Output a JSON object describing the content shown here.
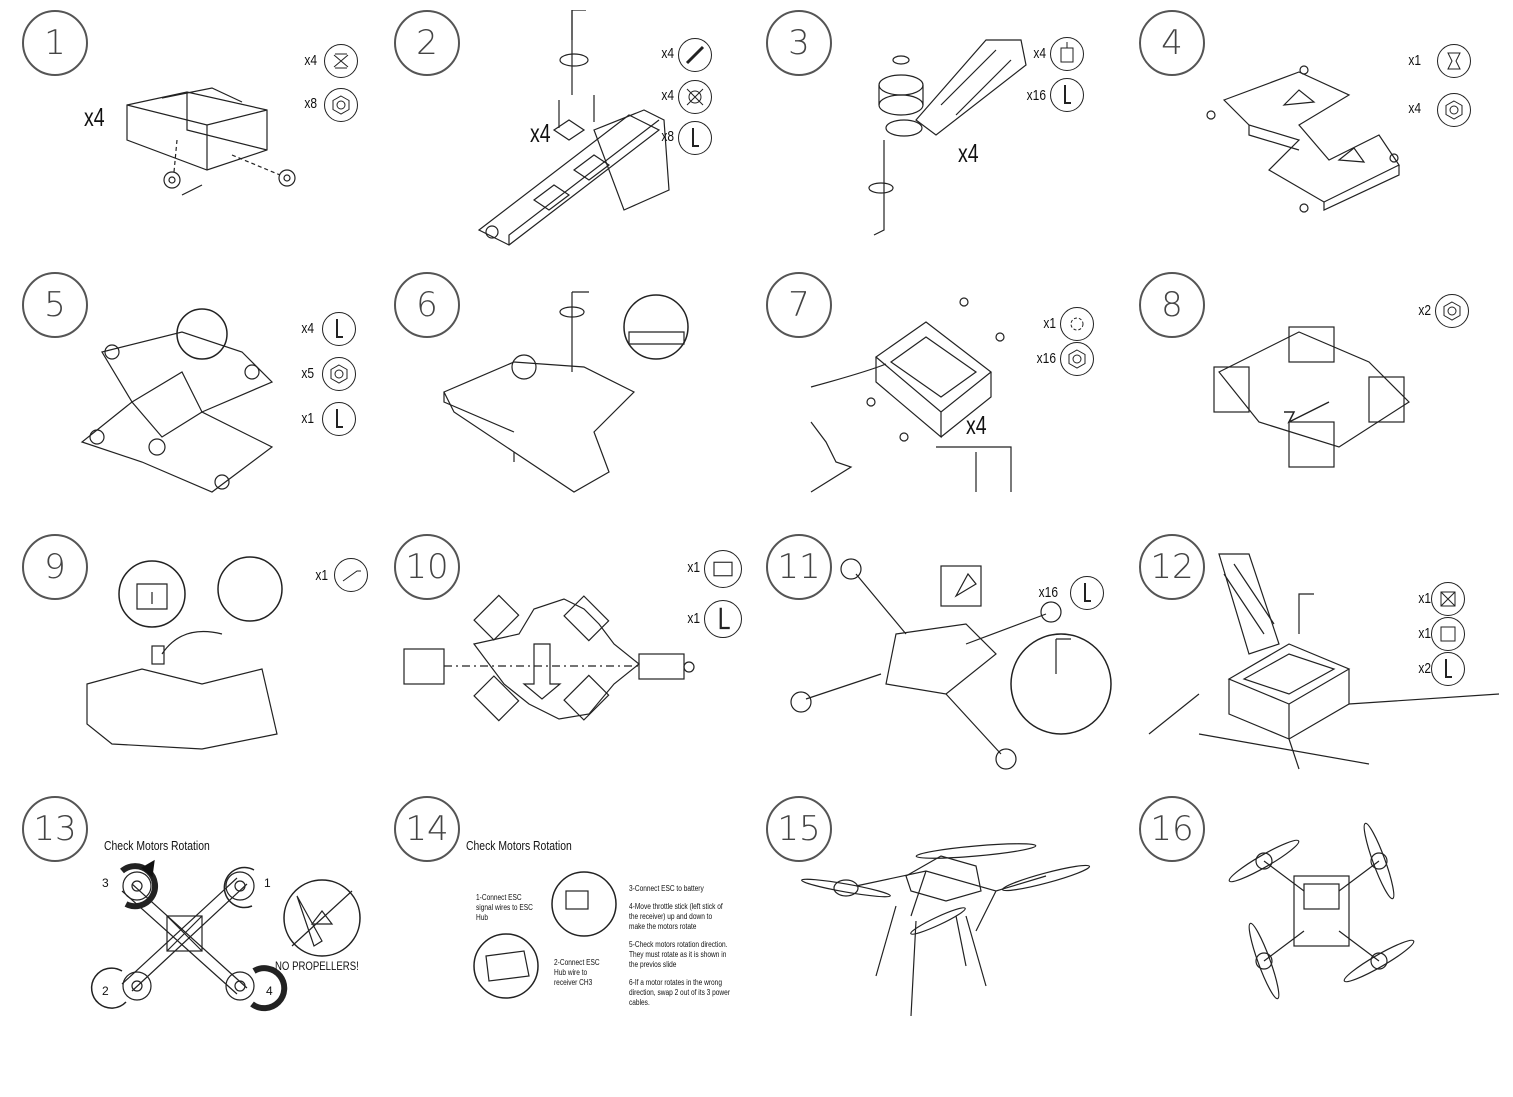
{
  "steps": [
    {
      "n": "1",
      "mult": "x4",
      "parts": [
        {
          "qty": "x4",
          "icon": "standoff-icon"
        },
        {
          "qty": "x8",
          "icon": "nut-icon"
        }
      ]
    },
    {
      "n": "2",
      "mult": "x4",
      "parts": [
        {
          "qty": "x4",
          "icon": "screw-icon"
        },
        {
          "qty": "x4",
          "icon": "motor-mount-icon"
        },
        {
          "qty": "x8",
          "icon": "hex-key-icon"
        }
      ]
    },
    {
      "n": "3",
      "mult": "x4",
      "parts": [
        {
          "qty": "x4",
          "icon": "motor-icon"
        },
        {
          "qty": "x16",
          "icon": "hex-key-icon"
        }
      ]
    },
    {
      "n": "4",
      "mult": "",
      "parts": [
        {
          "qty": "x1",
          "icon": "bracket-icon"
        },
        {
          "qty": "x4",
          "icon": "nut-icon"
        }
      ]
    },
    {
      "n": "5",
      "mult": "",
      "parts": [
        {
          "qty": "x4",
          "icon": "hex-key-icon"
        },
        {
          "qty": "x5",
          "icon": "nut-icon"
        },
        {
          "qty": "x1",
          "icon": "hex-key-icon"
        }
      ]
    },
    {
      "n": "6",
      "mult": "",
      "parts": []
    },
    {
      "n": "7",
      "mult": "x4",
      "parts": [
        {
          "qty": "x1",
          "icon": "gear-icon"
        },
        {
          "qty": "x16",
          "icon": "nut-icon"
        }
      ]
    },
    {
      "n": "8",
      "mult": "",
      "parts": [
        {
          "qty": "x2",
          "icon": "nut-icon"
        }
      ]
    },
    {
      "n": "9",
      "mult": "",
      "parts": [
        {
          "qty": "x1",
          "icon": "cable-icon"
        }
      ]
    },
    {
      "n": "10",
      "mult": "",
      "parts": [
        {
          "qty": "x1",
          "icon": "battery-icon"
        },
        {
          "qty": "x1",
          "icon": "hex-key-icon"
        }
      ]
    },
    {
      "n": "11",
      "mult": "",
      "parts": [
        {
          "qty": "x16",
          "icon": "hex-key-icon"
        }
      ]
    },
    {
      "n": "12",
      "mult": "",
      "parts": [
        {
          "qty": "x1",
          "icon": "standoff-icon"
        },
        {
          "qty": "x1",
          "icon": "square-icon"
        },
        {
          "qty": "x2",
          "icon": "hex-key-icon"
        }
      ]
    },
    {
      "n": "13",
      "mult": "",
      "parts": []
    },
    {
      "n": "14",
      "mult": "",
      "parts": []
    },
    {
      "n": "15",
      "mult": "",
      "parts": []
    },
    {
      "n": "16",
      "mult": "",
      "parts": []
    }
  ],
  "step13": {
    "title": "Check Motors Rotation",
    "motor_labels": [
      "3",
      "1",
      "2",
      "4"
    ],
    "warning": "NO PROPELLERS!"
  },
  "step14": {
    "title": "Check Motors Rotation",
    "s1": "1-Connect ESC signal wires to ESC Hub",
    "s2": "2-Connect ESC Hub wire to receiver CH3",
    "s3": "3-Connect ESC to battery",
    "s4": "4-Move throttle stick (left stick of the receiver) up and down to make the motors rotate",
    "s5": "5-Check motors rotation direction. They must rotate as it is shown in the previos slide",
    "s6": "6-If a motor rotates in the wrong direction, swap 2 out of its 3 power cables."
  }
}
